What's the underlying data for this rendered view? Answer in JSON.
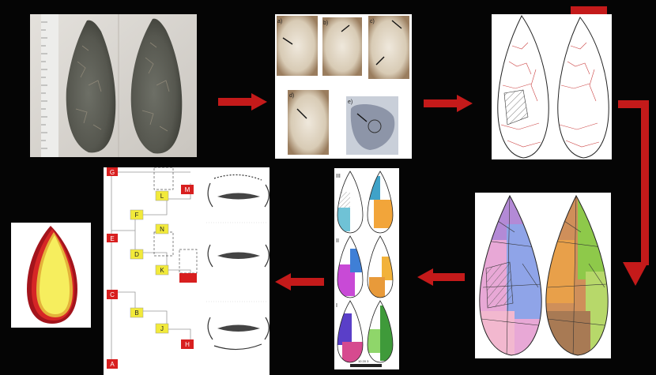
{
  "photos": {
    "sub_labels": [
      "a)",
      "b)",
      "c)",
      "d)",
      "e)"
    ]
  },
  "scar_panel": {
    "row_labels": [
      "III",
      "II",
      "I"
    ],
    "scale_label": "10 20 3"
  },
  "sequence": {
    "red_nodes": [
      "G",
      "M",
      "E",
      "C",
      "H",
      "A"
    ],
    "yellow_nodes": [
      "L",
      "F",
      "N",
      "D",
      "K",
      "B",
      "J"
    ]
  },
  "colors": {
    "background": "#050505",
    "arrow": "#c41a1a",
    "node_red": "#d81f1f",
    "node_yellow": "#f2ea3a",
    "outline_red": "#b31b1b",
    "outline_yellow": "#f6ee5e"
  },
  "icons": [
    "arrow-right-icon",
    "arrow-down-icon",
    "arrow-left-icon",
    "rotation-arrow-icon"
  ]
}
